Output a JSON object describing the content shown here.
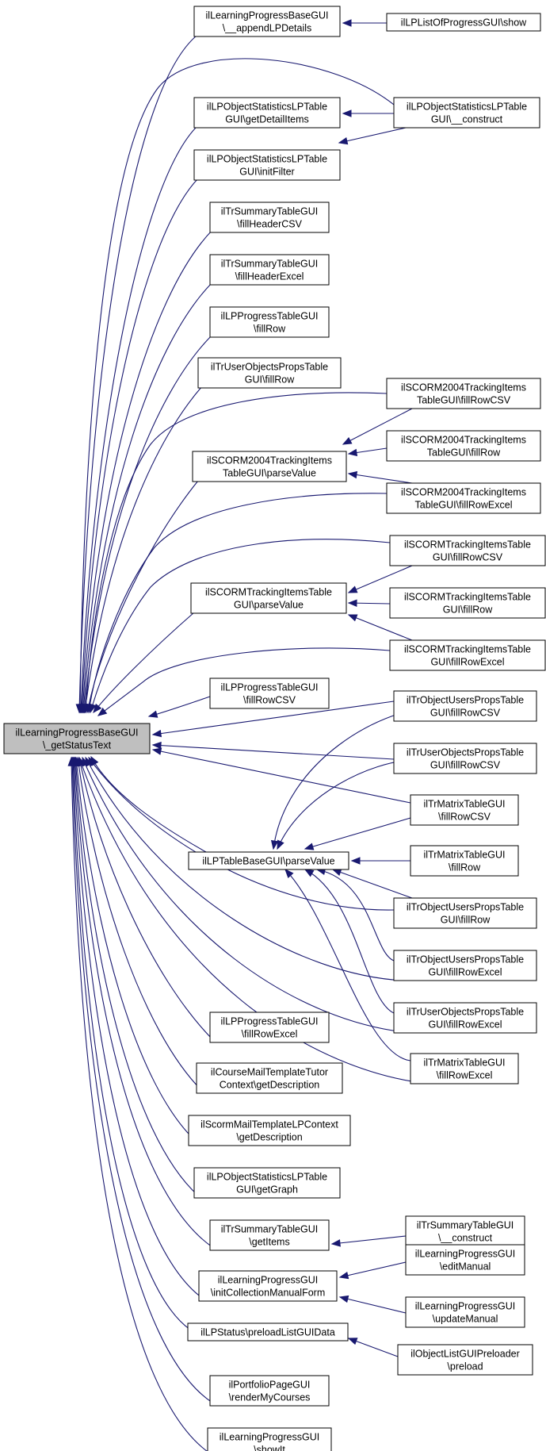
{
  "nodes": [
    {
      "id": "n0",
      "lines": [
        "ilLearningProgressBaseGUI",
        "\\_getStatusText"
      ],
      "focus": true
    },
    {
      "id": "n1",
      "lines": [
        "ilLearningProgressBaseGUI",
        "\\__appendLPDetails"
      ]
    },
    {
      "id": "n2",
      "lines": [
        "ilLPListOfProgressGUI\\show"
      ]
    },
    {
      "id": "n3",
      "lines": [
        "ilLPObjectStatisticsLPTable",
        "GUI\\getDetailItems"
      ]
    },
    {
      "id": "n4",
      "lines": [
        "ilLPObjectStatisticsLPTable",
        "GUI\\__construct"
      ]
    },
    {
      "id": "n5",
      "lines": [
        "ilLPObjectStatisticsLPTable",
        "GUI\\initFilter"
      ]
    },
    {
      "id": "n6",
      "lines": [
        "ilTrSummaryTableGUI",
        "\\fillHeaderCSV"
      ]
    },
    {
      "id": "n7",
      "lines": [
        "ilTrSummaryTableGUI",
        "\\fillHeaderExcel"
      ]
    },
    {
      "id": "n8",
      "lines": [
        "ilLPProgressTableGUI",
        "\\fillRow"
      ]
    },
    {
      "id": "n9",
      "lines": [
        "ilTrUserObjectsPropsTable",
        "GUI\\fillRow"
      ]
    },
    {
      "id": "n10",
      "lines": [
        "ilSCORM2004TrackingItems",
        "TableGUI\\fillRowCSV"
      ]
    },
    {
      "id": "n11",
      "lines": [
        "ilSCORM2004TrackingItems",
        "TableGUI\\parseValue"
      ]
    },
    {
      "id": "n12",
      "lines": [
        "ilSCORM2004TrackingItems",
        "TableGUI\\fillRow"
      ]
    },
    {
      "id": "n13",
      "lines": [
        "ilSCORM2004TrackingItems",
        "TableGUI\\fillRowExcel"
      ]
    },
    {
      "id": "n14",
      "lines": [
        "ilSCORMTrackingItemsTable",
        "GUI\\fillRowCSV"
      ]
    },
    {
      "id": "n15",
      "lines": [
        "ilSCORMTrackingItemsTable",
        "GUI\\parseValue"
      ]
    },
    {
      "id": "n16",
      "lines": [
        "ilSCORMTrackingItemsTable",
        "GUI\\fillRow"
      ]
    },
    {
      "id": "n17",
      "lines": [
        "ilSCORMTrackingItemsTable",
        "GUI\\fillRowExcel"
      ]
    },
    {
      "id": "n18",
      "lines": [
        "ilLPProgressTableGUI",
        "\\fillRowCSV"
      ]
    },
    {
      "id": "n19",
      "lines": [
        "ilTrObjectUsersPropsTable",
        "GUI\\fillRowCSV"
      ]
    },
    {
      "id": "n20",
      "lines": [
        "ilTrUserObjectsPropsTable",
        "GUI\\fillRowCSV"
      ]
    },
    {
      "id": "n21",
      "lines": [
        "ilTrMatrixTableGUI",
        "\\fillRowCSV"
      ]
    },
    {
      "id": "n22",
      "lines": [
        "ilLPTableBaseGUI\\parseValue"
      ]
    },
    {
      "id": "n23",
      "lines": [
        "ilTrMatrixTableGUI",
        "\\fillRow"
      ]
    },
    {
      "id": "n24",
      "lines": [
        "ilTrObjectUsersPropsTable",
        "GUI\\fillRow"
      ]
    },
    {
      "id": "n25",
      "lines": [
        "ilTrObjectUsersPropsTable",
        "GUI\\fillRowExcel"
      ]
    },
    {
      "id": "n26",
      "lines": [
        "ilTrUserObjectsPropsTable",
        "GUI\\fillRowExcel"
      ]
    },
    {
      "id": "n27",
      "lines": [
        "ilLPProgressTableGUI",
        "\\fillRowExcel"
      ]
    },
    {
      "id": "n28",
      "lines": [
        "ilTrMatrixTableGUI",
        "\\fillRowExcel"
      ]
    },
    {
      "id": "n29",
      "lines": [
        "ilCourseMailTemplateTutor",
        "Context\\getDescription"
      ]
    },
    {
      "id": "n30",
      "lines": [
        "ilScormMailTemplateLPContext",
        "\\getDescription"
      ]
    },
    {
      "id": "n31",
      "lines": [
        "ilLPObjectStatisticsLPTable",
        "GUI\\getGraph"
      ]
    },
    {
      "id": "n32",
      "lines": [
        "ilTrSummaryTableGUI",
        "\\getItems"
      ]
    },
    {
      "id": "n33",
      "lines": [
        "ilTrSummaryTableGUI",
        "\\__construct"
      ]
    },
    {
      "id": "n34",
      "lines": [
        "ilLearningProgressGUI",
        "\\initCollectionManualForm"
      ]
    },
    {
      "id": "n35",
      "lines": [
        "ilLearningProgressGUI",
        "\\editManual"
      ]
    },
    {
      "id": "n36",
      "lines": [
        "ilLearningProgressGUI",
        "\\updateManual"
      ]
    },
    {
      "id": "n37",
      "lines": [
        "ilLPStatus\\preloadListGUIData"
      ]
    },
    {
      "id": "n38",
      "lines": [
        "ilObjectListGUIPreloader",
        "\\preload"
      ]
    },
    {
      "id": "n39",
      "lines": [
        "ilPortfolioPageGUI",
        "\\renderMyCourses"
      ]
    },
    {
      "id": "n40",
      "lines": [
        "ilLearningProgressGUI",
        "\\showIt"
      ]
    }
  ]
}
